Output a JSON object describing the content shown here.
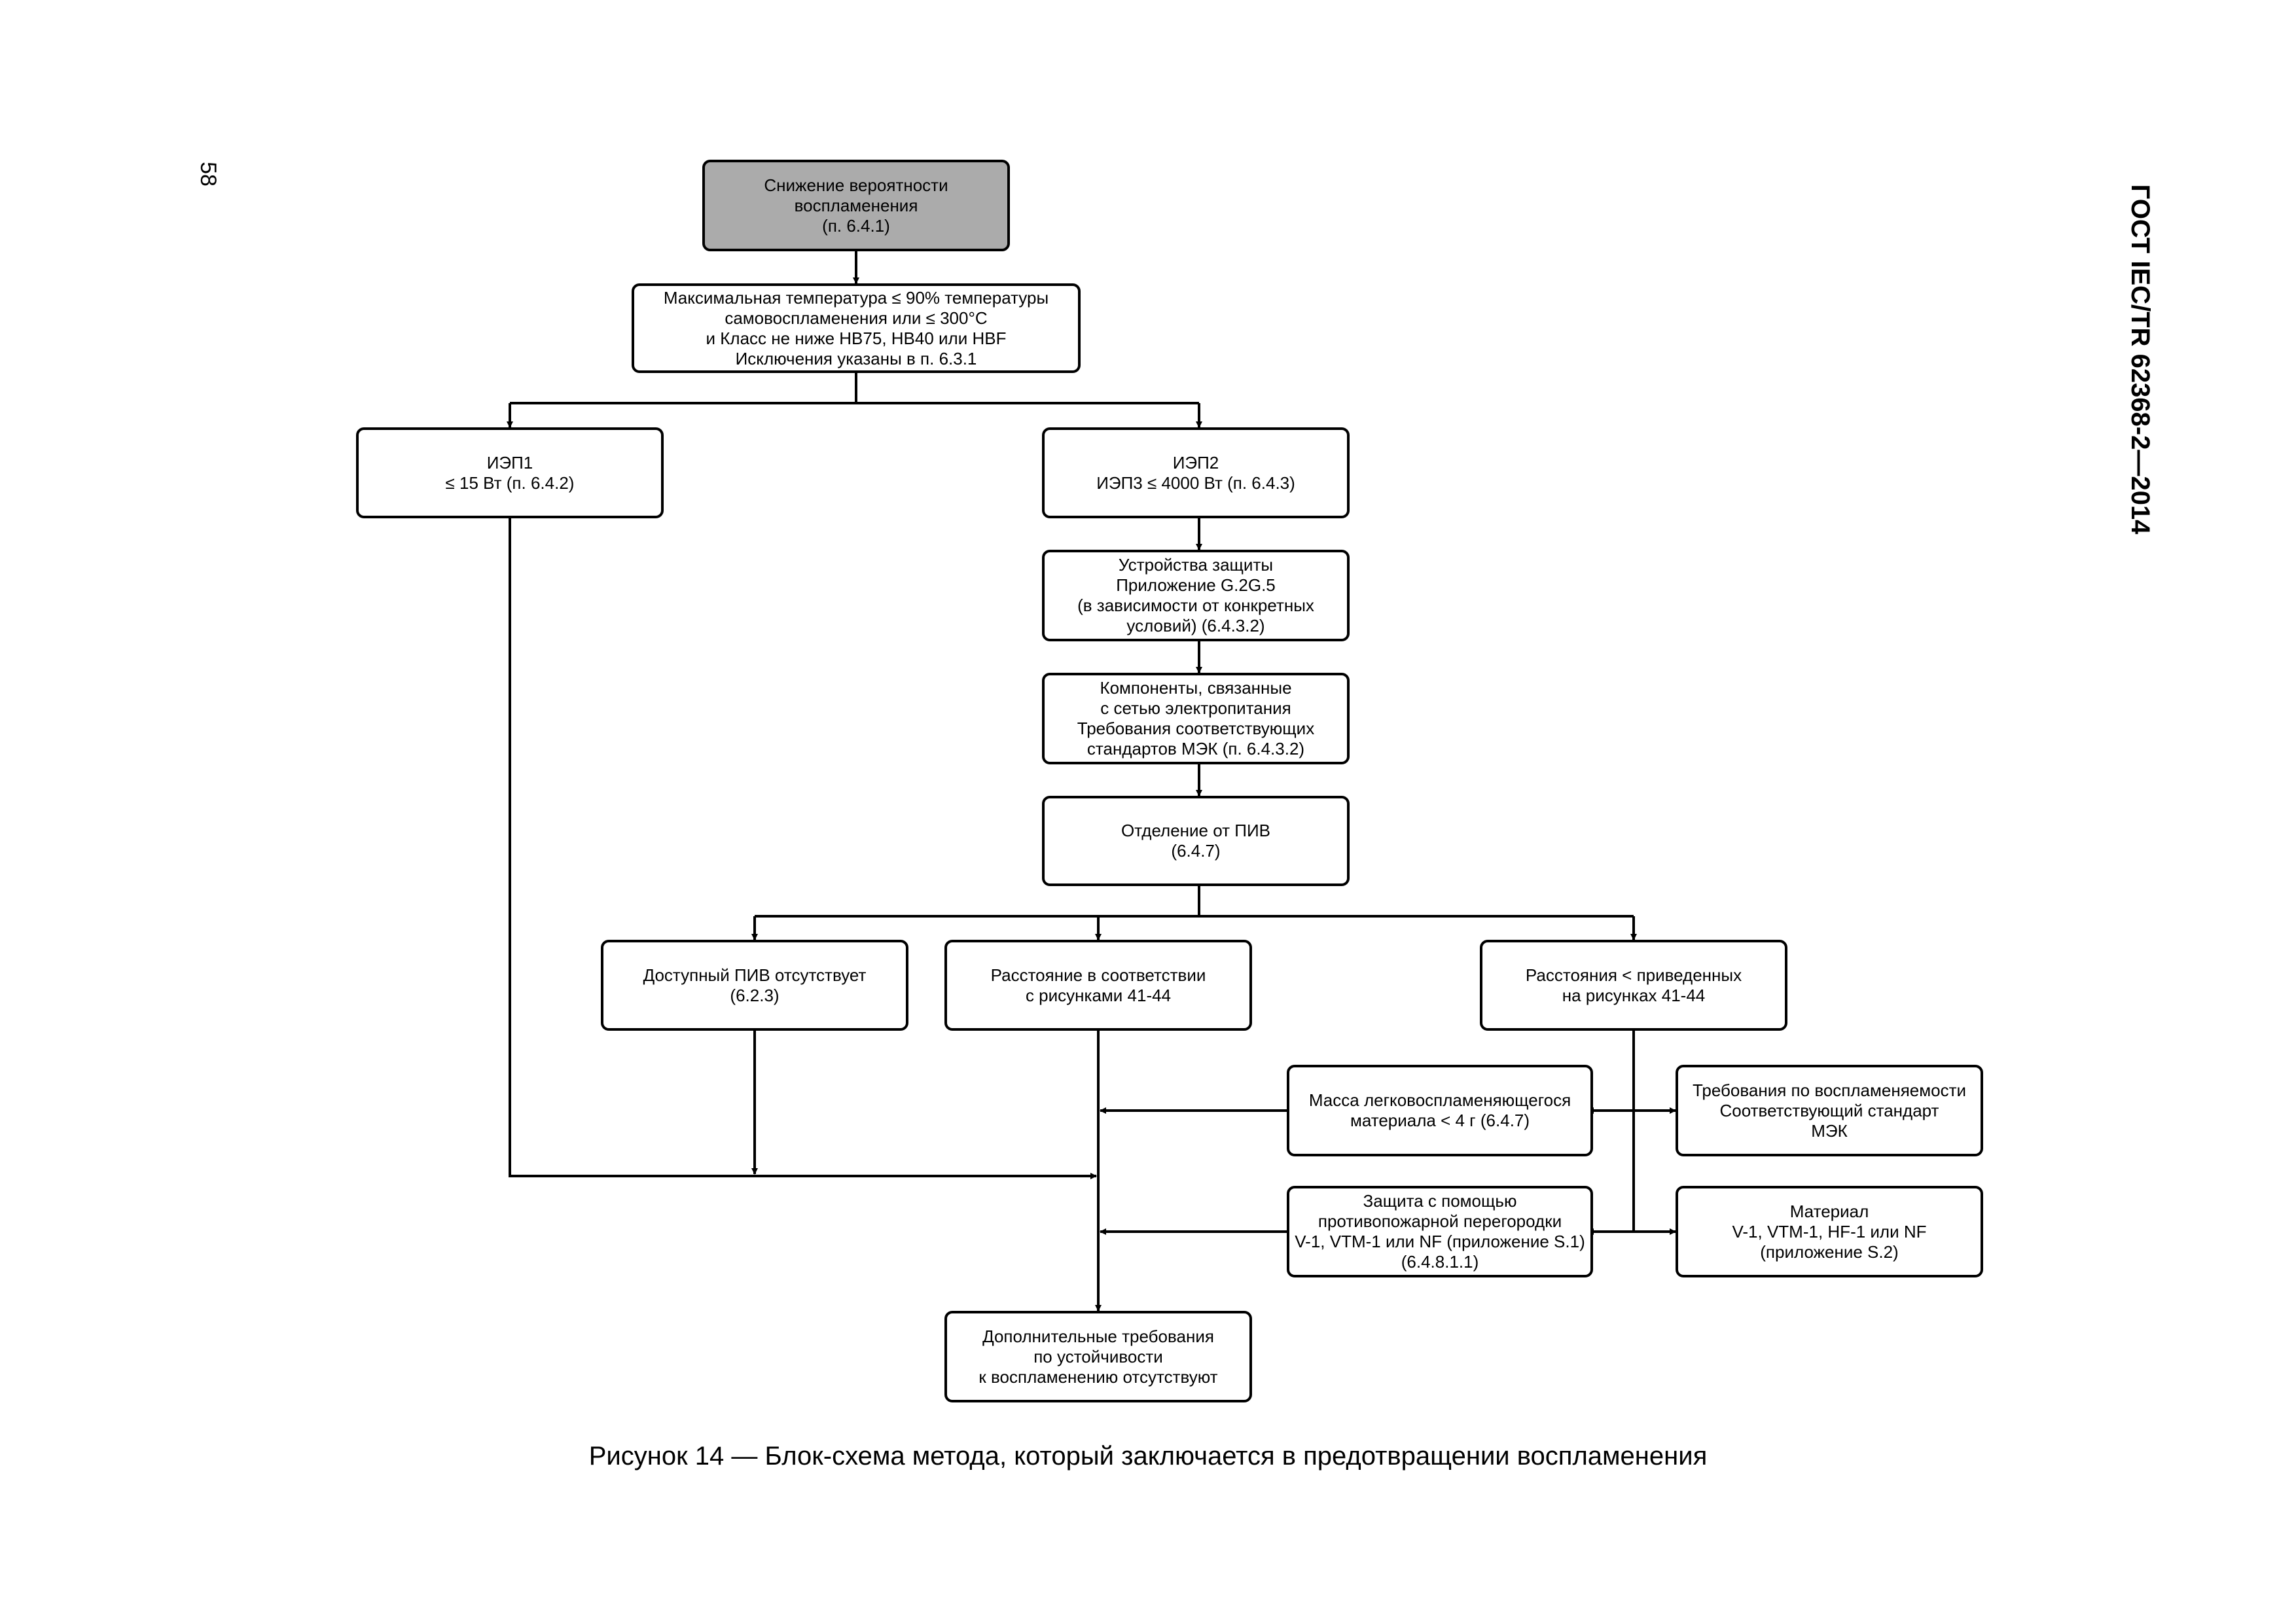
{
  "page_number": "58",
  "document_id": "ГОСТ IEC/TR 62368-2—2014",
  "caption": "Рисунок 14 — Блок-схема метода, который заключается в предотвращении воспламенения",
  "boxes": {
    "reduce_ignition": [
      "Снижение вероятности",
      "воспламенения",
      "(п. 6.4.1)"
    ],
    "max_temperature": [
      "Максимальная температура ≤ 90% температуры",
      "самовоспламенения или ≤ 300°C",
      "и Класс не ниже HB75, HB40 или HBF",
      "Исключения указаны в п. 6.3.1"
    ],
    "ies1": [
      "ИЭП1",
      "≤ 15 Вт (п. 6.4.2)"
    ],
    "ies2_ies3": [
      "ИЭП2",
      "ИЭП3 ≤ 4000 Вт (п. 6.4.3)"
    ],
    "protection_devices": [
      "Устройства защиты",
      "Приложение G.2G.5",
      "(в зависимости от конкретных",
      "условий) (6.4.3.2)"
    ],
    "mains_components": [
      "Компоненты, связанные",
      "с сетью электропитания",
      "Требования соответствующих",
      "стандартов МЭК (п. 6.4.3.2)"
    ],
    "separation_piv": [
      "Отделение от ПИВ",
      "(6.4.7)"
    ],
    "no_accessible_piv": [
      "Доступный ПИВ отсутствует",
      "(6.2.3)"
    ],
    "distance_compliant": [
      "Расстояние в соответствии",
      "с рисунками 41-44"
    ],
    "distances_less": [
      "Расстояния < приведенных",
      "на рисунках 41-44"
    ],
    "flammable_mass": [
      "Масса легковоспламеняющегося",
      "материала < 4 г (6.4.7)"
    ],
    "flammability_requirements": [
      "Требования по воспламеняемости",
      "Соответствующий стандарт",
      "МЭК"
    ],
    "fire_barrier": [
      "Защита с помощью",
      "противопожарной перегородки",
      "V-1, VTM-1 или NF (приложение S.1)",
      "(6.4.8.1.1)"
    ],
    "material": [
      "Материал",
      "V-1, VTM-1, HF-1 или NF",
      "(приложение S.2)"
    ],
    "no_additional_requirements": [
      "Дополнительные требования",
      "по устойчивости",
      "к воспламенению отсутствуют"
    ]
  }
}
